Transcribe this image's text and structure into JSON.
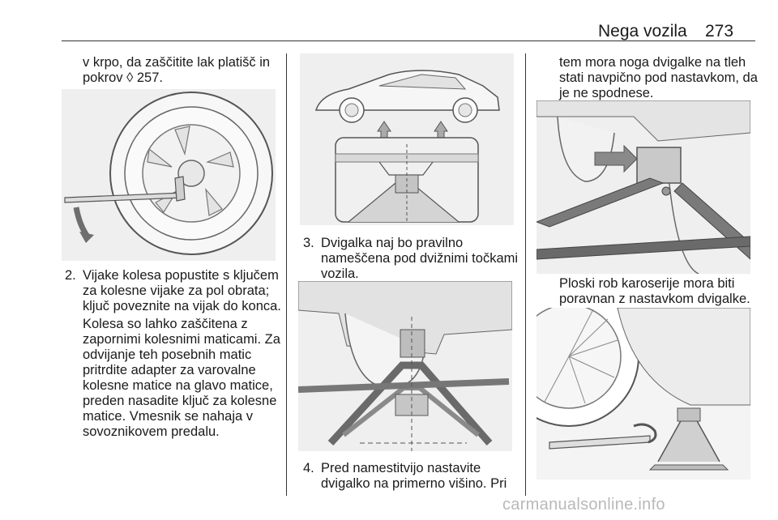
{
  "header": {
    "title": "Nega vozila",
    "page_number": "273"
  },
  "col1": {
    "intro_line1": "v krpo, da zaščitite lak platišč in",
    "intro_line2": "pokrov ◊ 257.",
    "step2_number": "2.",
    "step2_lines": [
      "Vijake kolesa popustite s ključem",
      "za kolesne vijake za pol obrata;",
      "ključ poveznite na vijak do konca."
    ],
    "note_lines": [
      "Kolesa so lahko zaščitena z",
      "zapornimi kolesnimi maticami. Za",
      "odvijanje teh posebnih matic",
      "pritrdite adapter za varovalne",
      "kolesne matice na glavo matice,",
      "preden nasadite ključ za kolesne",
      "matice. Vmesnik se nahaja v",
      "sovoznikovem predalu."
    ]
  },
  "col2": {
    "step3_number": "3.",
    "step3_lines": [
      "Dvigalka naj bo pravilno",
      "nameščena pod dvižnimi točkami",
      "vozila."
    ],
    "step4_number": "4.",
    "step4_lines": [
      "Pred namestitvijo nastavite",
      "dvigalko na primerno višino. Pri"
    ]
  },
  "col3": {
    "cont_lines": [
      "tem mora noga dvigalke na tleh",
      "stati navpično pod nastavkom, da",
      "je ne spodnese."
    ],
    "note_lines": [
      "Ploski rob karoserije mora biti",
      "poravnan z nastavkom dvigalke."
    ]
  },
  "footer": {
    "watermark": "carmanualsonline.info"
  },
  "colors": {
    "figure_bg": "#efefef",
    "line_art": "#555555",
    "watermark": "#b9b9b9"
  }
}
